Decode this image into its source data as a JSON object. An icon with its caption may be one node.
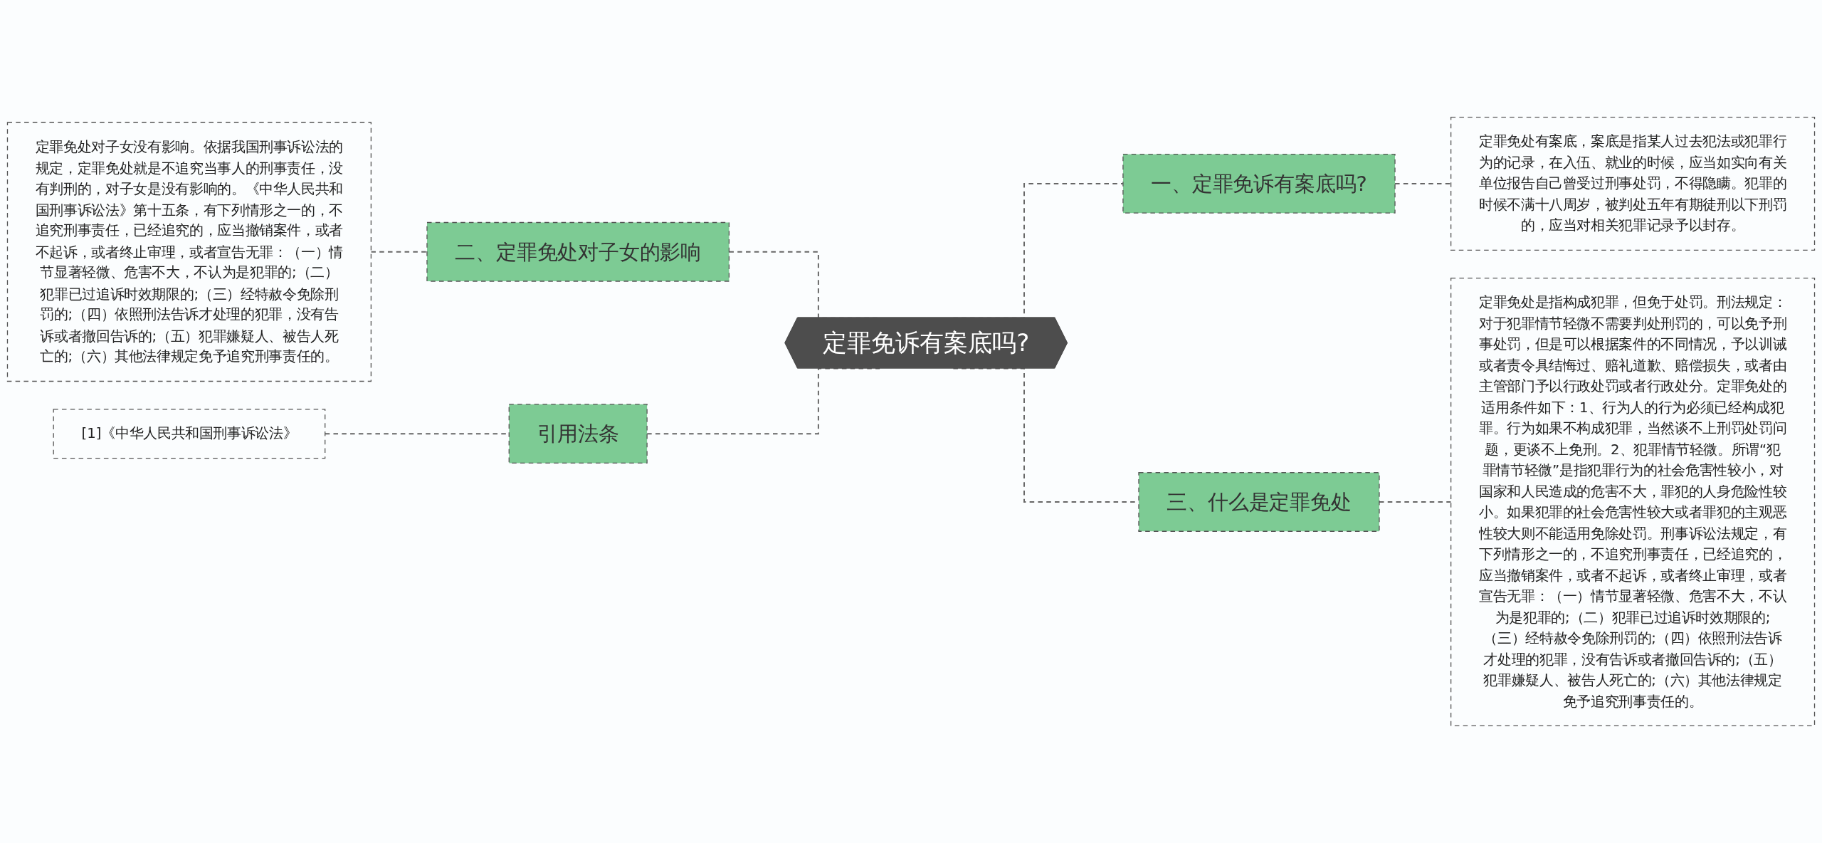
{
  "diagram": {
    "nodes": [
      {
        "text": [
          "定罪免诉有案底吗?"
        ]
      },
      {
        "text": [
          "一、定罪免诉有案底吗?"
        ]
      },
      {
        "text": [
          "定罪免处有案底，案底是指某人过去犯法或犯罪行为的记录，在入伍、就业的时候，应当如实向有关单位报告自己曾受过刑事处罚，不得隐瞒。犯罪的时候不满十八周岁，被判处五年有期徒刑以下刑罚的，应当对相关犯罪记录予以封存。"
        ]
      },
      {
        "text": [
          "二、定罪免处对子女的影响"
        ]
      },
      {
        "text": [
          "定罪免处对子女没有影响。依据我国刑事诉讼法的规定，定罪免处就是不追究当事人的刑事责任，没有判刑的，对子女是没有影响的。《中华人民共和国刑事诉讼法》第十五条，有下列情形之一的，不追究刑事责任，已经追究的，应当撤销案件，或者不起诉，或者终止审理，或者宣告无罪：（一）情节显著轻微、危害不大，不认为是犯罪的;（二）犯罪已过追诉时效期限的;（三）经特赦令免除刑罚的;（四）依照刑法告诉才处理的犯罪，没有告诉或者撤回告诉的;（五）犯罪嫌疑人、被告人死亡的;（六）其他法律规定免予追究刑事责任的。"
        ]
      },
      {
        "text": [
          "三、什么是定罪免处"
        ]
      },
      {
        "text": [
          "定罪免处是指构成犯罪，但免于处罚。刑法规定：对于犯罪情节轻微不需要判处刑罚的，可以免予刑事处罚，但是可以根据案件的不同情况，予以训诫或者责令具结悔过、赔礼道歉、赔偿损失，或者由主管部门予以行政处罚或者行政处分。定罪免处的适用条件如下：1、行为人的行为必须已经构成犯罪。行为如果不构成犯罪，当然谈不上刑罚处罚问题，更谈不上免刑。2、犯罪情节轻微。所谓“犯罪情节轻微”是指犯罪行为的社会危害性较小，对国家和人民造成的危害不大，罪犯的人身危险性较小。如果犯罪的社会危害性较大或者罪犯的主观恶性较大则不能适用免除处罚。刑事诉讼法规定，有下列情形之一的，不追究刑事责任，已经追究的，应当撤销案件，或者不起诉，或者终止审理，或者宣告无罪：（一）情节显著轻微、危害不大，不认为是犯罪的;（二）犯罪已过追诉时效期限的;（三）经特赦令免除刑罚的;（四）依照刑法告诉才处理的犯罪，没有告诉或者撤回告诉的;（五）犯罪嫌疑人、被告人死亡的;（六）其他法律规定免予追究刑事责任的。"
        ]
      },
      {
        "text": [
          "引用法条"
        ]
      },
      {
        "text": [
          "[1]《中华人民共和国刑事诉讼法》"
        ]
      }
    ],
    "edges": [
      {
        "from": 0,
        "to": 1,
        "arrow": "none",
        "style": "dashed"
      },
      {
        "from": 1,
        "to": 2,
        "arrow": "none",
        "style": "dashed"
      },
      {
        "from": 0,
        "to": 3,
        "arrow": "none",
        "style": "dashed"
      },
      {
        "from": 3,
        "to": 4,
        "arrow": "none",
        "style": "dashed"
      },
      {
        "from": 0,
        "to": 5,
        "arrow": "none",
        "style": "dashed"
      },
      {
        "from": 5,
        "to": 6,
        "arrow": "none",
        "style": "dashed"
      },
      {
        "from": 0,
        "to": 7,
        "arrow": "none",
        "style": "dashed"
      },
      {
        "from": 7,
        "to": 8,
        "arrow": "none",
        "style": "dashed"
      }
    ]
  }
}
